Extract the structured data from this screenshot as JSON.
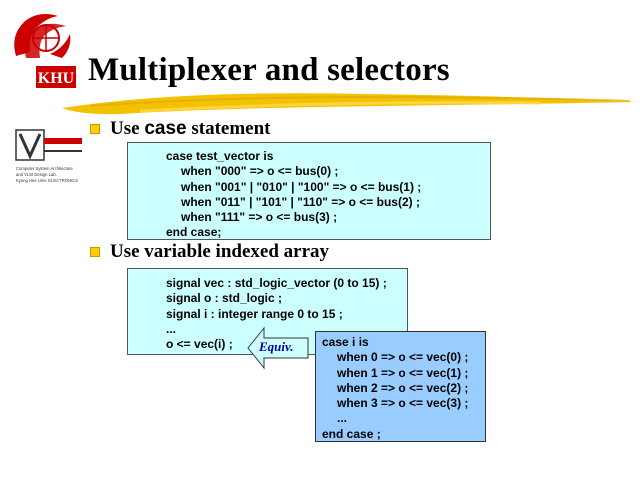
{
  "title": "Multiplexer and selectors",
  "logo": {
    "text": "KHU"
  },
  "lab_logo": {
    "caption": [
      "Computer System Architecture",
      "and VLSI Design Lab.",
      "Kyung Hee Univ. ELECTRONICS"
    ]
  },
  "bullets": [
    {
      "prefix": "Use ",
      "keyword": "case",
      "suffix": " statement"
    },
    {
      "text": "Use variable indexed array"
    }
  ],
  "code_case": [
    "case test_vector is",
    "when \"000\" => o <= bus(0) ;",
    "when \"001\" | \"010\" | \"100\" => o <= bus(1) ;",
    "when \"011\" | \"101\" | \"110\" => o <= bus(2) ;",
    "when \"111\" => o <= bus(3) ;",
    "end case;"
  ],
  "code_array": [
    "signal vec : std_logic_vector (0 to 15) ;",
    "signal o : std_logic ;",
    "signal i : integer range 0 to 15 ;",
    "...",
    "o <= vec(i) ;"
  ],
  "code_equiv": [
    "case i is",
    "when 0 => o <= vec(0) ;",
    "when 1 => o <= vec(1) ;",
    "when 2 => o <= vec(2) ;",
    "when 3 => o <= vec(3) ;",
    "...",
    "end case ;"
  ],
  "equiv_label": "Equiv.",
  "colors": {
    "code_box_light": "#ccffff",
    "code_box_blue": "#99ccff",
    "bullet": "#ffcc00",
    "swoosh": "#f2c200",
    "logo_red": "#cc0000",
    "equiv_text": "#000099"
  }
}
